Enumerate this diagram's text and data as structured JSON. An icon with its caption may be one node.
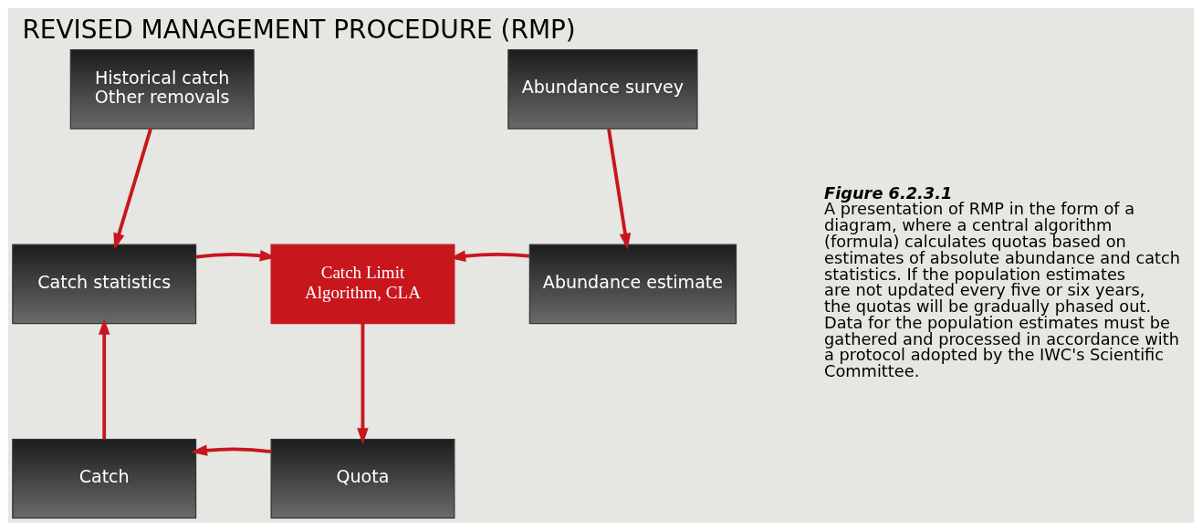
{
  "diagram": {
    "title": "REVISED MANAGEMENT PROCEDURE (RMP)",
    "nodes": [
      {
        "text": [
          "Historical catch Other removals"
        ]
      },
      {
        "text": [
          "Abundance survey"
        ]
      },
      {
        "text": [
          "Catch statistics"
        ]
      },
      {
        "text": [
          "Catch Limit Algorithm, CLA"
        ]
      },
      {
        "text": [
          "Abundance estimate"
        ]
      },
      {
        "text": [
          "Catch"
        ]
      },
      {
        "text": [
          "Quota"
        ]
      }
    ],
    "edges": [
      {
        "from": 0,
        "to": 2,
        "arrow": "to"
      },
      {
        "from": 1,
        "to": 4,
        "arrow": "to"
      },
      {
        "from": 2,
        "to": 3,
        "arrow": "to"
      },
      {
        "from": 4,
        "to": 3,
        "arrow": "to"
      },
      {
        "from": 3,
        "to": 6,
        "arrow": "to"
      },
      {
        "from": 6,
        "to": 5,
        "arrow": "to"
      },
      {
        "from": 5,
        "to": 2,
        "arrow": "to"
      }
    ],
    "labels": [
      "Figure 6.2.3.1",
      "A presentation of RMP in the form of a diagram, where a central algorithm (formula) calculates quotas based on estimates of absolute abundance and catch statistics. If the population estimates are not updated every five or six years, the quotas will be gradually phased out. Data for the population estimates must be gathered and processed in accordance with a protocol adopted by the IWC's Scientific Committee."
    ]
  }
}
